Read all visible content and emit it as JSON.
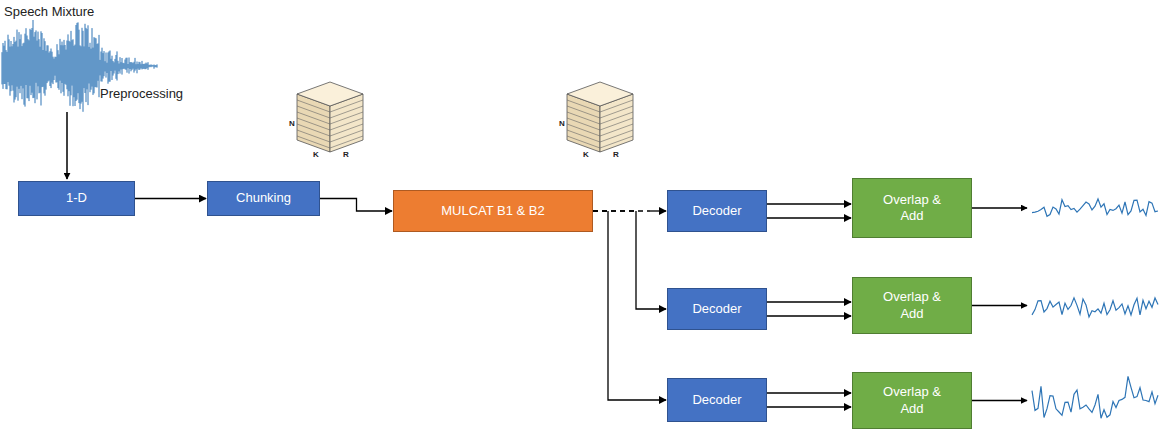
{
  "diagram": {
    "nodes": [
      {
        "text": [
          "1-D"
        ]
      },
      {
        "text": [
          "Chunking"
        ]
      },
      {
        "text": [
          "MULCAT B1 & B2"
        ]
      },
      {
        "text": [
          "Decoder"
        ]
      },
      {
        "text": [
          "Overlap & Add"
        ]
      },
      {
        "text": [
          "Decoder"
        ]
      },
      {
        "text": [
          "Overlap & Add"
        ]
      },
      {
        "text": [
          "Decoder"
        ]
      },
      {
        "text": [
          "Overlap & Add"
        ]
      }
    ],
    "edges": [
      {
        "from": 0,
        "to": 1,
        "arrow": "to"
      },
      {
        "from": 1,
        "to": 2,
        "arrow": "to"
      },
      {
        "from": 2,
        "to": 3,
        "arrow": "to"
      },
      {
        "from": 2,
        "to": 5,
        "arrow": "to"
      },
      {
        "from": 2,
        "to": 7,
        "arrow": "to"
      },
      {
        "from": 3,
        "to": 4,
        "arrow": "to"
      },
      {
        "from": 3,
        "to": 4,
        "arrow": "to"
      },
      {
        "from": 5,
        "to": 6,
        "arrow": "to"
      },
      {
        "from": 5,
        "to": 6,
        "arrow": "to"
      },
      {
        "from": 7,
        "to": 8,
        "arrow": "to"
      },
      {
        "from": 7,
        "to": 8,
        "arrow": "to"
      }
    ],
    "labels": [
      "Speech Mixture",
      "Preprocessing",
      "N",
      "K",
      "R",
      "N",
      "K",
      "R"
    ]
  }
}
